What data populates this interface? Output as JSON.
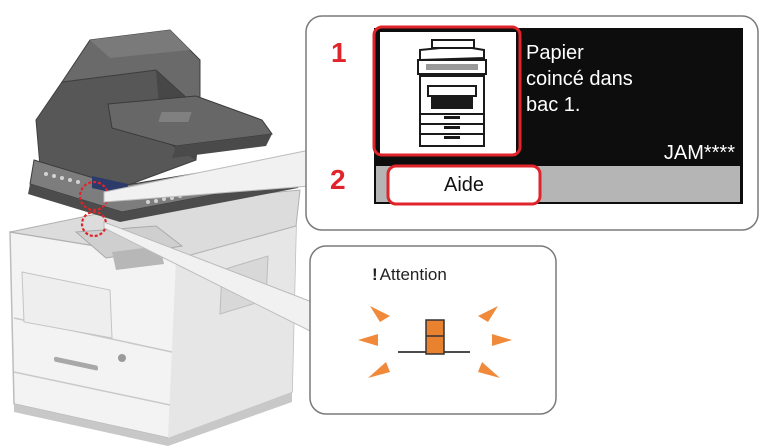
{
  "callouts": {
    "first": "1",
    "second": "2"
  },
  "panel": {
    "message_line_1": "Papier",
    "message_line_2": "coincé dans",
    "message_line_3": "bac 1.",
    "code": "JAM****",
    "help_button": "Aide"
  },
  "attention": {
    "mark": "!",
    "label": "Attention"
  },
  "colors": {
    "highlight": "#e0242b",
    "screen": "#0d0d0d",
    "indicator": "#e8822f",
    "button_bar": "#b5b5b5"
  },
  "icons": {
    "panel_icon": "copier-icon",
    "attention_icon": "blinking-indicator-icon"
  }
}
